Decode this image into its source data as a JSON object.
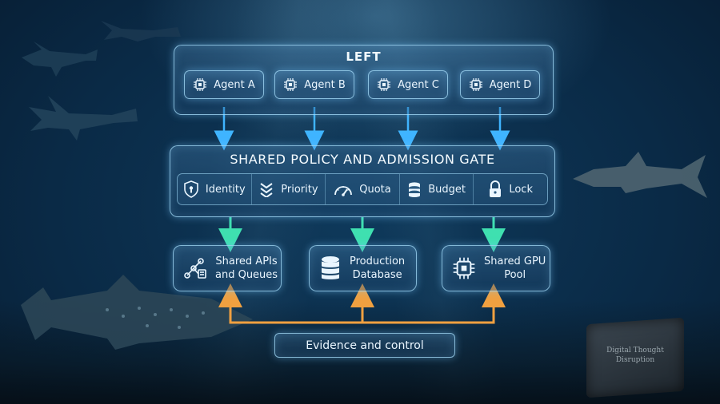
{
  "left_group": {
    "title": "LEFT",
    "agents": [
      {
        "label": "Agent A",
        "icon": "chip-icon"
      },
      {
        "label": "Agent B",
        "icon": "chip-icon"
      },
      {
        "label": "Agent C",
        "icon": "chip-icon"
      },
      {
        "label": "Agent D",
        "icon": "chip-icon"
      }
    ]
  },
  "gate": {
    "title": "SHARED POLICY AND ADMISSION GATE",
    "controls": [
      {
        "label": "Identity",
        "icon": "shield-keyhole-icon"
      },
      {
        "label": "Priority",
        "icon": "chevrons-down-icon"
      },
      {
        "label": "Quota",
        "icon": "gauge-icon"
      },
      {
        "label": "Budget",
        "icon": "coin-stack-icon"
      },
      {
        "label": "Lock",
        "icon": "padlock-icon"
      }
    ]
  },
  "resources": [
    {
      "line1": "Shared APIs",
      "line2": "and Queues",
      "icon": "network-nodes-icon"
    },
    {
      "line1": "Production",
      "line2": "Database",
      "icon": "database-icon"
    },
    {
      "line1": "Shared GPU",
      "line2": "Pool",
      "icon": "chip-icon"
    }
  ],
  "feedback": {
    "label": "Evidence and control"
  },
  "watermark": {
    "line1": "Digital Thought",
    "line2": "Disruption"
  },
  "colors": {
    "background": "#0a2a46",
    "frame": "#aae1ff",
    "agent_arrow": "#3fb4ff",
    "gate_arrow": "#3fe0b0",
    "feedback_arrow": "#f0a040"
  }
}
